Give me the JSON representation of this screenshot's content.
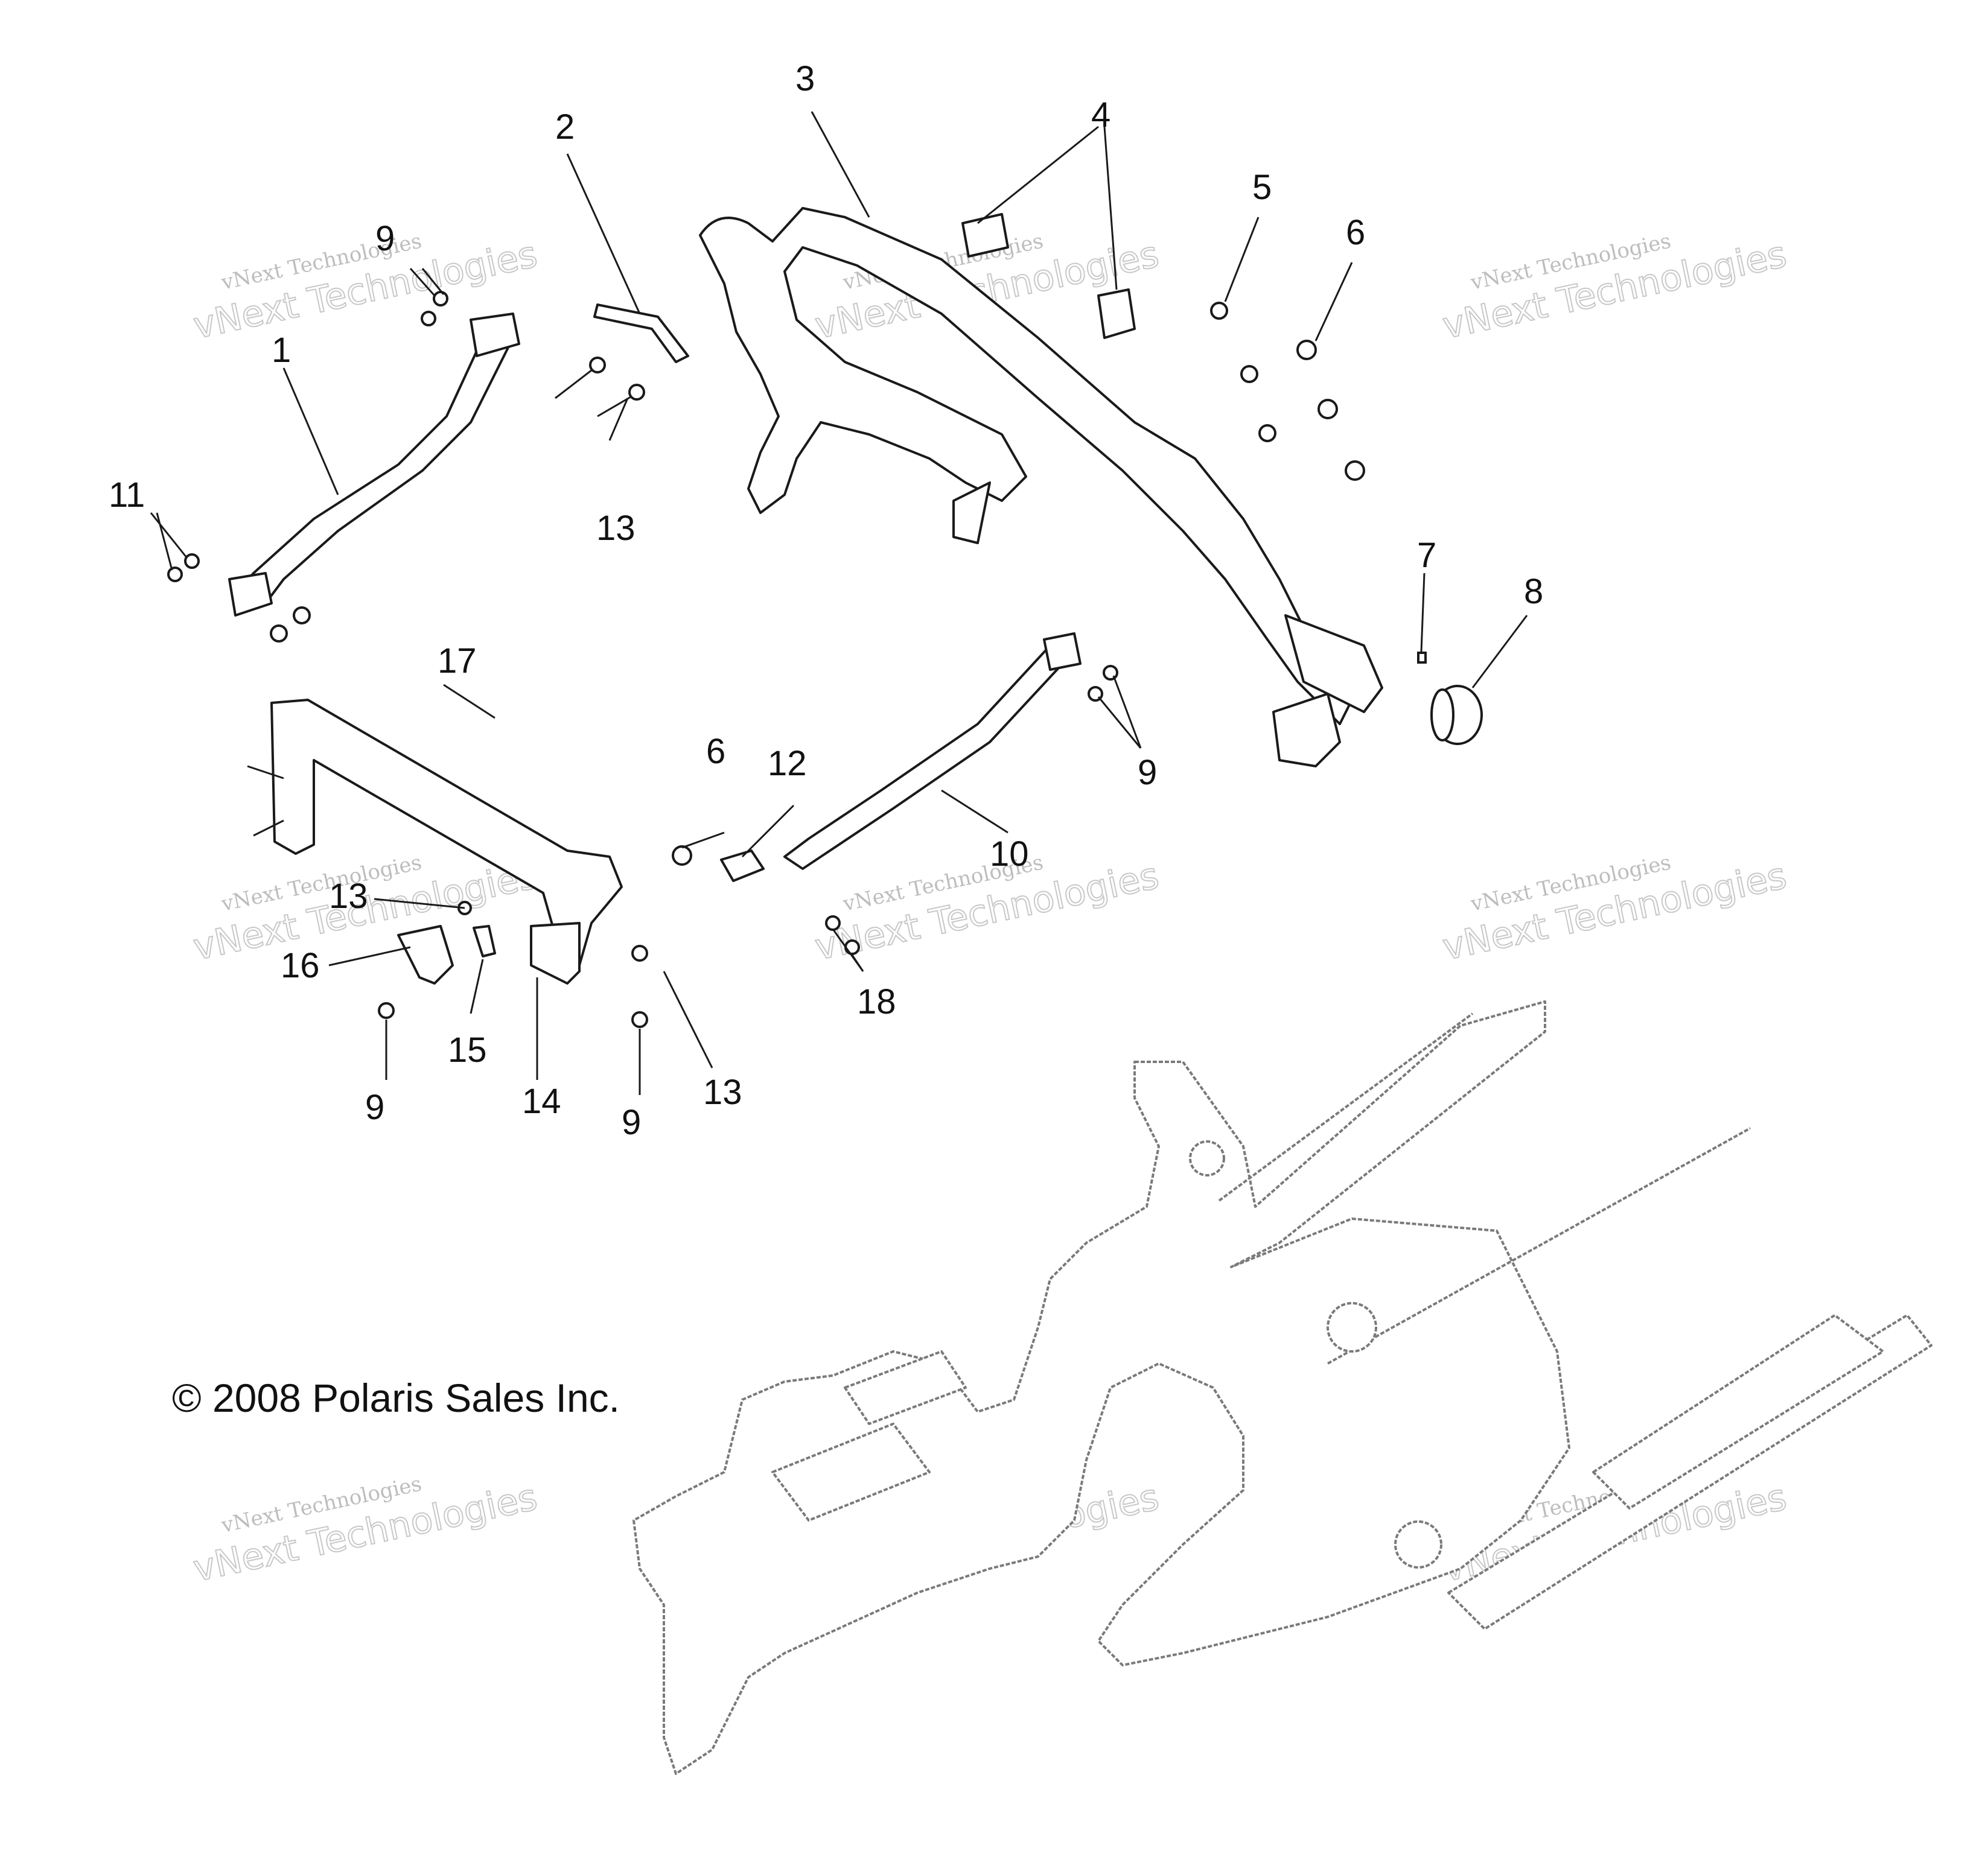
{
  "copyright": "© 2008 Polaris Sales Inc.",
  "watermark": {
    "line1": "vNext Technologies",
    "line2": "vNext Technologies"
  },
  "callouts": {
    "c1": "1",
    "c2": "2",
    "c3": "3",
    "c4": "4",
    "c5": "5",
    "c6a": "6",
    "c6b": "6",
    "c7": "7",
    "c8": "8",
    "c9a": "9",
    "c9b": "9",
    "c9c": "9",
    "c9d": "9",
    "c10": "10",
    "c11": "11",
    "c12": "12",
    "c13a": "13",
    "c13b": "13",
    "c13c": "13",
    "c14": "14",
    "c15": "15",
    "c16": "16",
    "c17": "17",
    "c18": "18"
  }
}
